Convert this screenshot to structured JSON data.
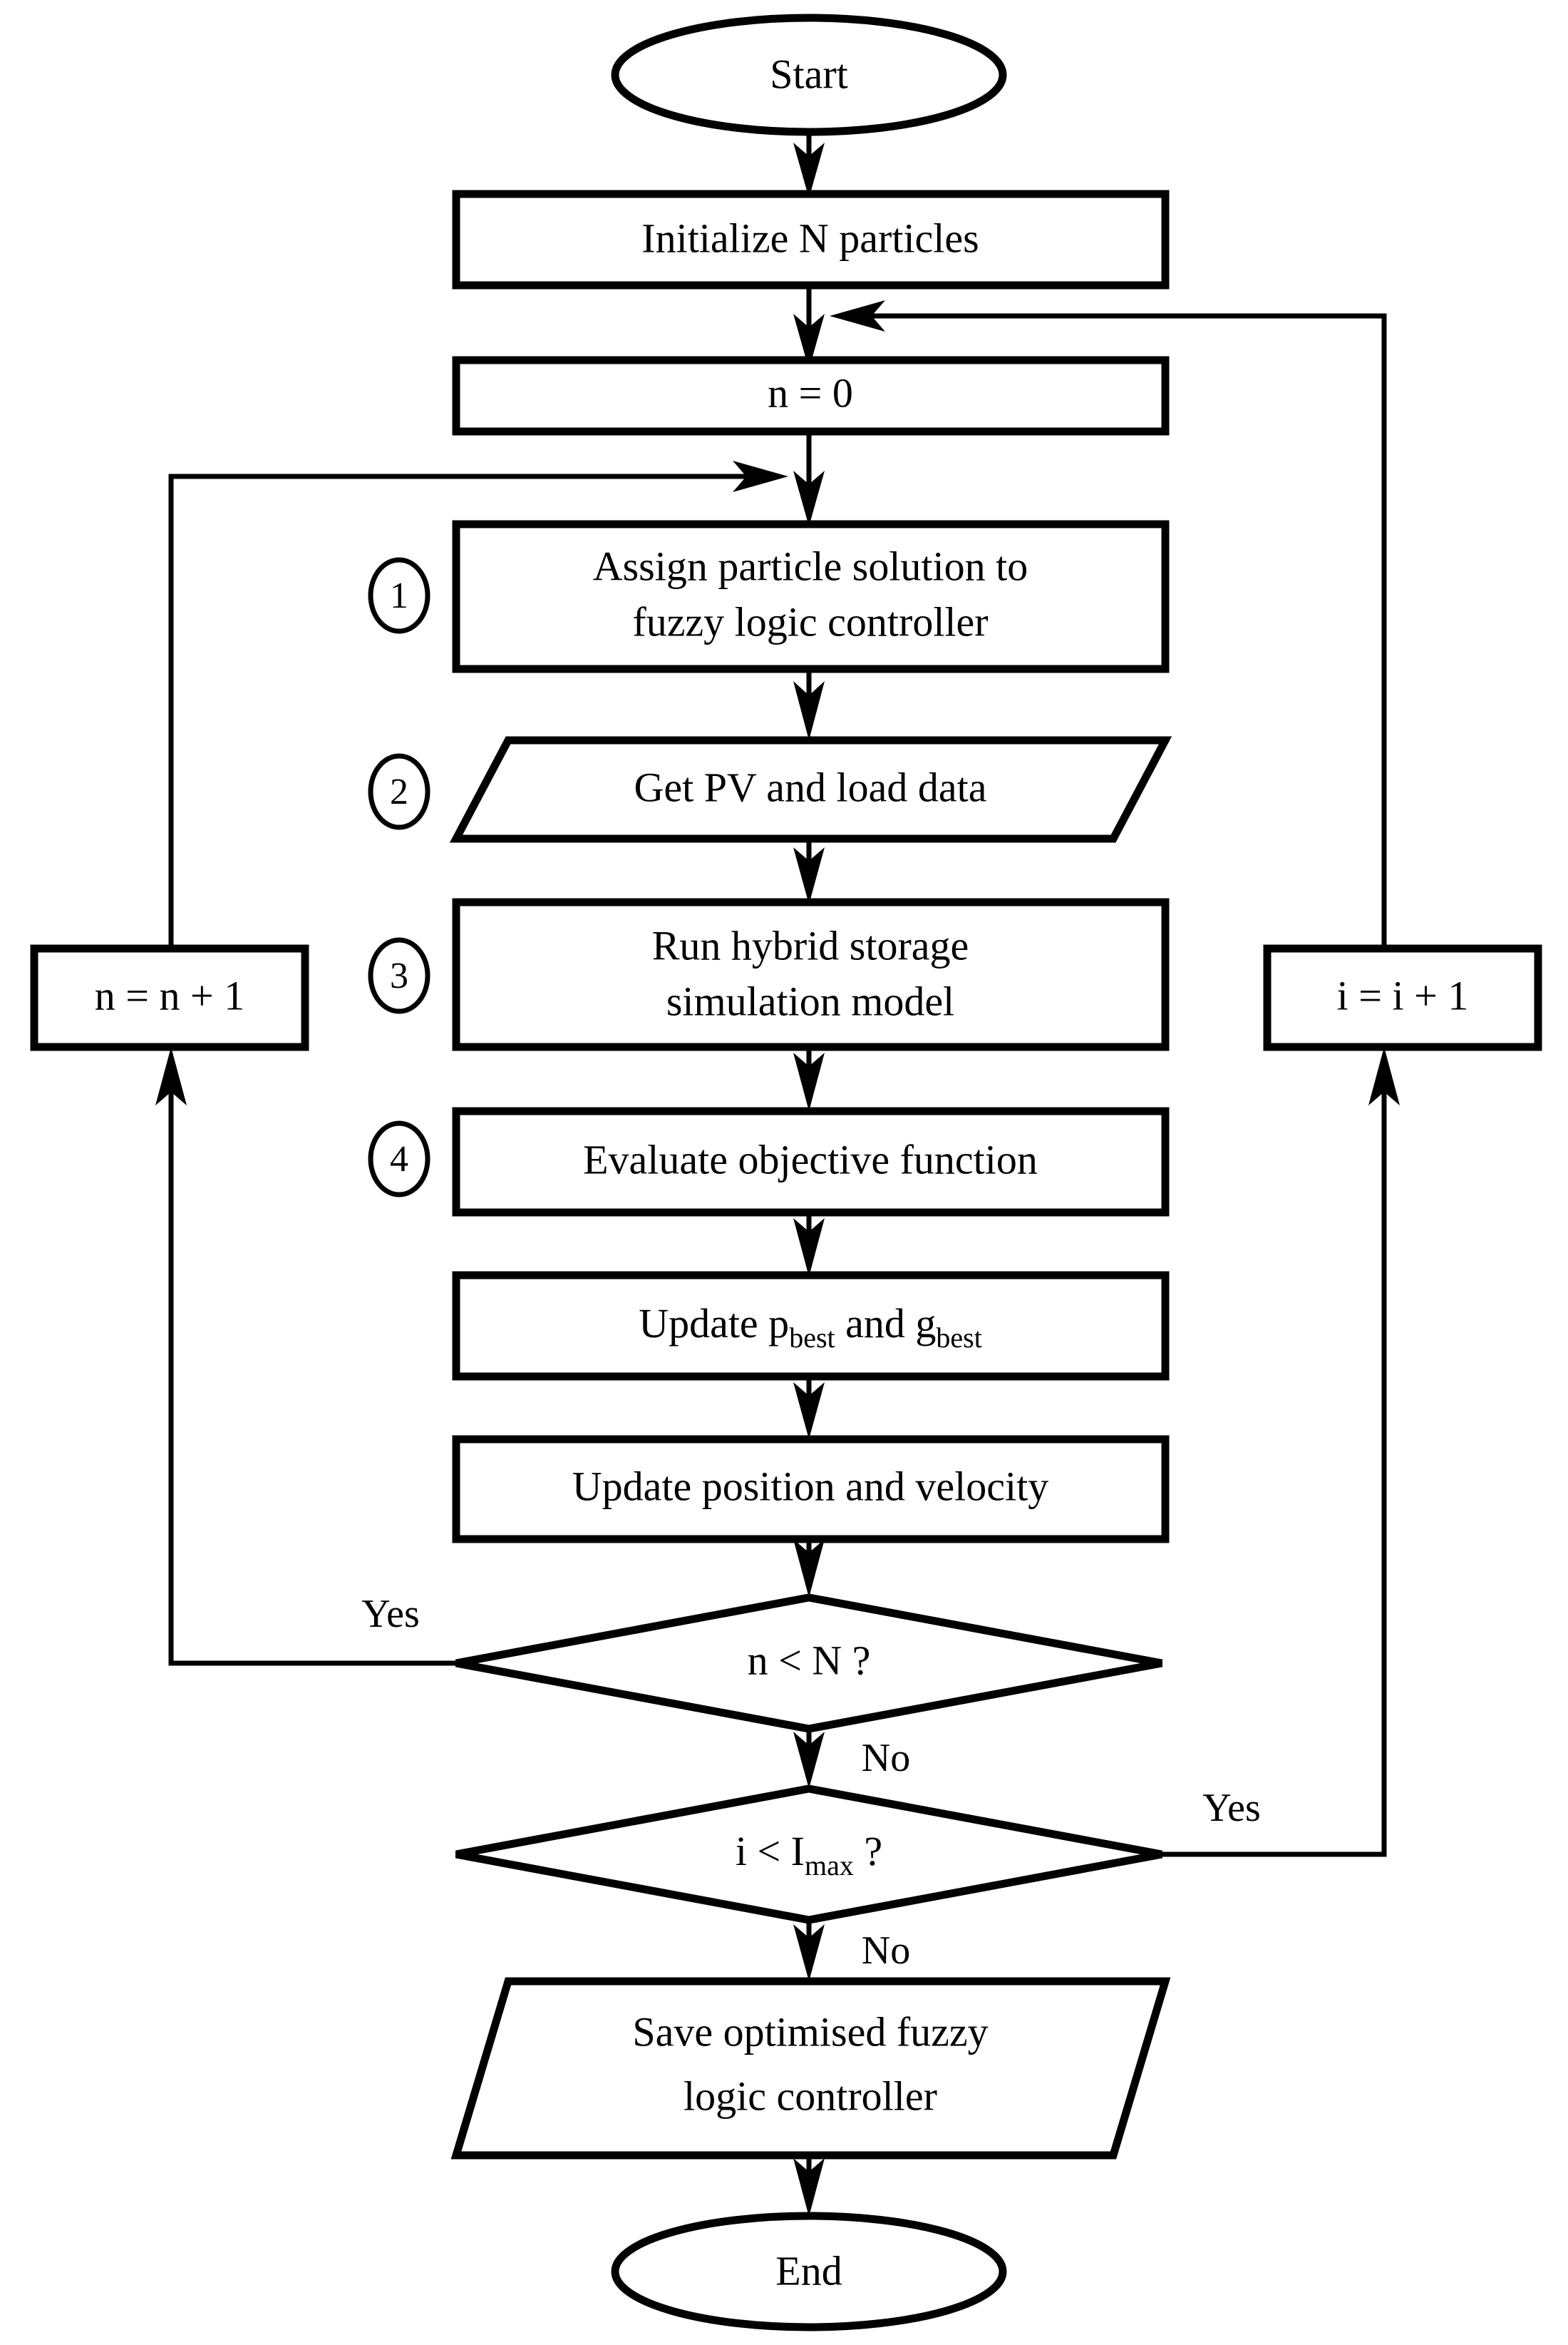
{
  "diagram": {
    "title": "PSO fuzzy logic controller optimisation flowchart",
    "background_color": "#ffffff",
    "line_color": "#000000",
    "fill_color": "#ffffff"
  },
  "nodes": {
    "start": {
      "label": "Start",
      "shape": "ellipse"
    },
    "initialize": {
      "label": "Initialize N particles",
      "shape": "process"
    },
    "n_zero": {
      "label": "n = 0",
      "shape": "process"
    },
    "assign": {
      "line1": "Assign particle solution to",
      "line2": "fuzzy logic controller",
      "shape": "process",
      "badge": "1"
    },
    "get_data": {
      "label": "Get PV and load  data",
      "shape": "parallelogram",
      "badge": "2"
    },
    "run_sim": {
      "line1": "Run hybrid storage",
      "line2": "simulation model",
      "shape": "process",
      "badge": "3"
    },
    "evaluate": {
      "label": "Evaluate objective function",
      "shape": "process",
      "badge": "4"
    },
    "update_best": {
      "prefix": "Update p",
      "sub1": "best",
      "mid": " and g",
      "sub2": "best",
      "shape": "process"
    },
    "update_pos": {
      "label": "Update position and velocity",
      "shape": "process"
    },
    "decision_n": {
      "label": "n < N ?",
      "shape": "diamond"
    },
    "decision_i": {
      "prefix": "i < I",
      "sub": "max",
      "suffix": " ?",
      "shape": "diamond"
    },
    "n_increment": {
      "label": "n = n + 1",
      "shape": "process"
    },
    "i_increment": {
      "label": "i = i + 1",
      "shape": "process"
    },
    "save": {
      "line1": "Save optimised fuzzy",
      "line2": "logic controller",
      "shape": "parallelogram"
    },
    "end": {
      "label": "End",
      "shape": "ellipse"
    }
  },
  "edge_labels": {
    "n_yes": "Yes",
    "n_no": "No",
    "i_yes": "Yes",
    "i_no": "No"
  },
  "badges": {
    "one": "1",
    "two": "2",
    "three": "3",
    "four": "4"
  }
}
